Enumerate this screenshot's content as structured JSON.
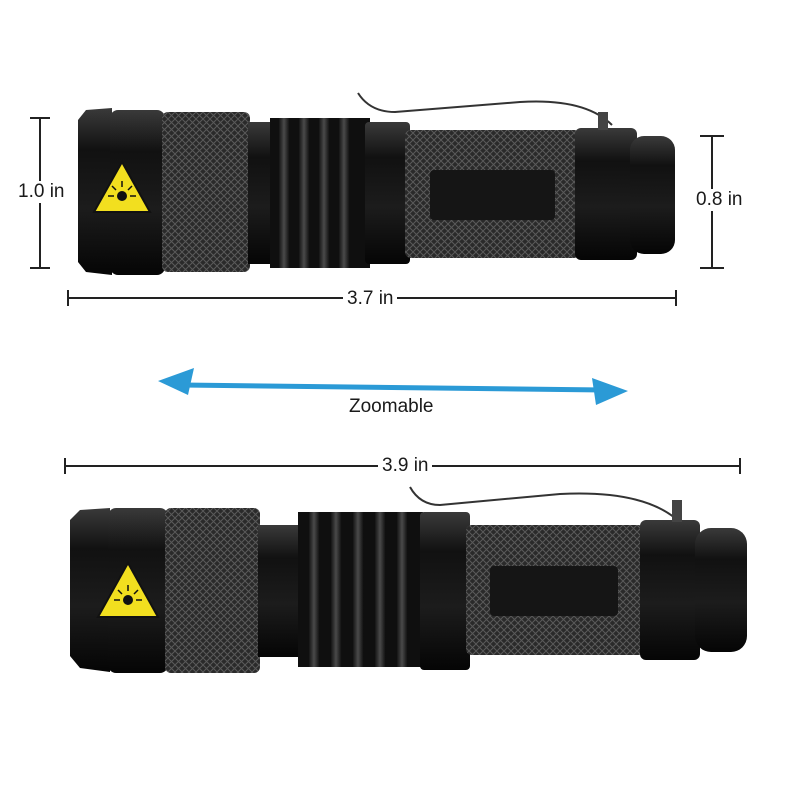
{
  "dimensions": {
    "top_diameter_head": "1.0 in",
    "top_diameter_tail": "0.8 in",
    "top_length": "3.7 in",
    "bottom_length": "3.9 in"
  },
  "zoom_label": "Zoomable",
  "colors": {
    "arrow": "#2b9ad6",
    "warning_label": "#f2df1f",
    "body": "#1b1b1b"
  }
}
